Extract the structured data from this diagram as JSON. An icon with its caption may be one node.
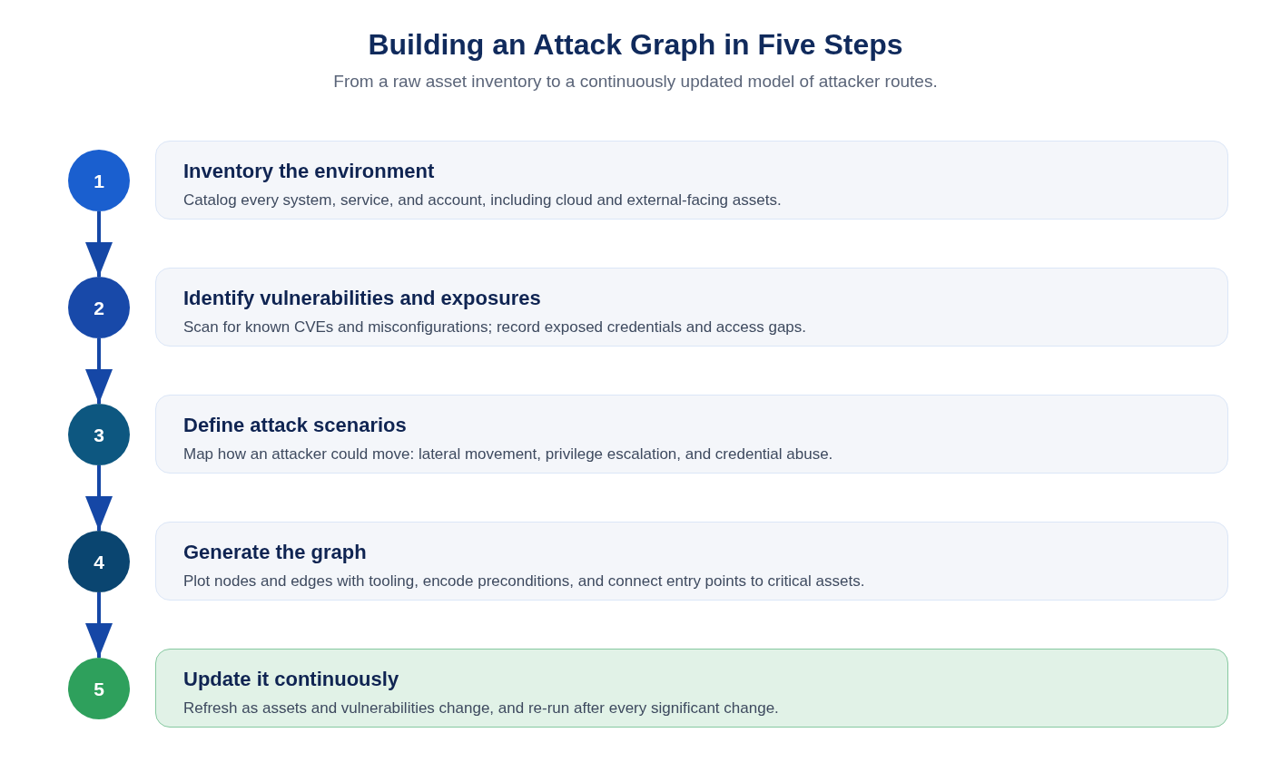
{
  "diagram": {
    "title": "Building an Attack Graph in Five Steps",
    "nodes": [
      {
        "text": [
          "1"
        ]
      },
      {
        "text": [
          "Inventory the environment",
          "Catalog every system, service, and account, including cloud and external-facing assets."
        ]
      },
      {
        "text": [
          "2"
        ]
      },
      {
        "text": [
          "Identify vulnerabilities and exposures",
          "Scan for known CVEs and misconfigurations; record exposed credentials and access gaps."
        ]
      },
      {
        "text": [
          "3"
        ]
      },
      {
        "text": [
          "Define attack scenarios",
          "Map how an attacker could move: lateral movement, privilege escalation, and credential abuse."
        ]
      },
      {
        "text": [
          "4"
        ]
      },
      {
        "text": [
          "Generate the graph",
          "Plot nodes and edges with tooling, encode preconditions, and connect entry points to critical assets."
        ]
      },
      {
        "text": [
          "5"
        ]
      },
      {
        "text": [
          "Update it continuously",
          "Refresh as assets and vulnerabilities change, and re-run after every significant change."
        ]
      }
    ],
    "edges": [
      {
        "from": 0,
        "to": 2,
        "arrow": "to"
      },
      {
        "from": 2,
        "to": 4,
        "arrow": "to"
      },
      {
        "from": 4,
        "to": 6,
        "arrow": "to"
      },
      {
        "from": 6,
        "to": 8,
        "arrow": "to"
      }
    ],
    "labels": [
      "From a raw asset inventory to a continuously updated model of attacker routes."
    ]
  }
}
